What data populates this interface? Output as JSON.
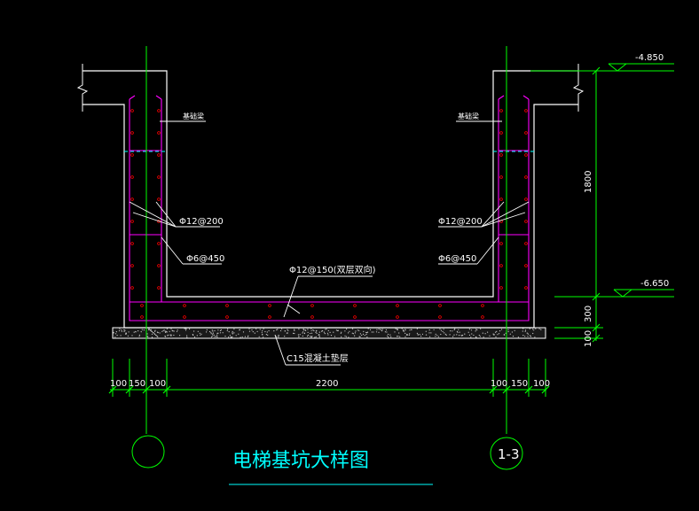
{
  "colors": {
    "background": "#000000",
    "wall": "#ffffff",
    "rebar": "#ff00ff",
    "dimension": "#00ff00",
    "bar_dot": "#ff0000",
    "title": "#00ffff",
    "leader": "#ffffff"
  },
  "levels": {
    "top": "-4.850",
    "bottom": "-6.650"
  },
  "labels": {
    "left_wall": "基础梁",
    "right_wall": "基础梁",
    "left_vertical_bar": "Φ12@200",
    "right_vertical_bar": "Φ12@200",
    "left_tie": "Φ6@450",
    "right_tie": "Φ6@450",
    "slab_bar": "Φ12@150(双层双向)",
    "bedding": "C15混凝土垫层"
  },
  "dimensions": {
    "vertical": [
      "1800",
      "300",
      "100"
    ],
    "horizontal_left": [
      "100",
      "150",
      "100"
    ],
    "horizontal_mid": "2200",
    "horizontal_right": [
      "100",
      "150",
      "100"
    ]
  },
  "axes": {
    "right_axis": "1-3"
  },
  "title": "电梯基坑大样图"
}
